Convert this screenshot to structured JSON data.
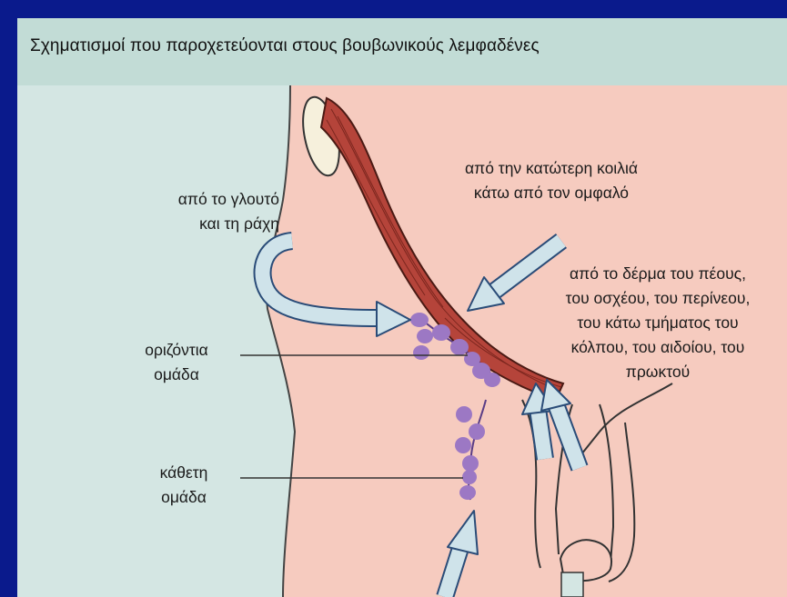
{
  "title": "Σχηματισμοί που παροχετεύονται στους βουβωνικούς λεμφαδένες",
  "labels": {
    "lower_abdomen": [
      "από την κατώτερη κοιλιά",
      "κάτω από τον ομφαλό"
    ],
    "buttock_back": [
      "από το γλουτό",
      "και τη ράχη"
    ],
    "genital_skin": [
      "από το δέρμα του πέους,",
      "του οσχέου, του περίνεου,",
      "του κάτω τμήματος του",
      "κόλπου, του αιδοίου, του",
      "πρωκτού"
    ],
    "horizontal_group": [
      "οριζόντια",
      "ομάδα"
    ],
    "vertical_group": [
      "κάθετη",
      "ομάδα"
    ]
  },
  "colors": {
    "frame_border": "#0a1a8c",
    "header_bg": "#c2dcd6",
    "left_bg": "#d4e6e3",
    "skin": "#f6cbbf",
    "ligament": "#b5443a",
    "lymph_node": "#9c78c4",
    "arrow_fill": "#cfe3ea",
    "arrow_stroke": "#2a4c78"
  },
  "icons": [
    "hip-bone-icon",
    "inguinal-ligament-icon",
    "flow-arrow-icon",
    "lymph-node-icon",
    "genitalia-outline-icon"
  ]
}
